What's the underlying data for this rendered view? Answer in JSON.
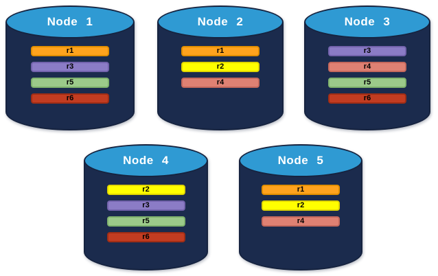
{
  "palette": {
    "cylinder_body": "#1B2B4D",
    "cylinder_top": "#2F9AD3",
    "cylinder_outline": "#16233F",
    "title_text": "#FFFFFF",
    "bar_text": "#000000",
    "bars": {
      "orange": {
        "fill": "#FFA31E",
        "border": "#E18E00"
      },
      "yellow": {
        "fill": "#FFFF00",
        "border": "#E0D500"
      },
      "purple": {
        "fill": "#8B7CC6",
        "border": "#7363AC"
      },
      "salmon": {
        "fill": "#DF8173",
        "border": "#C4685C"
      },
      "green": {
        "fill": "#9CCA8A",
        "border": "#7FB26D"
      },
      "red": {
        "fill": "#C23C21",
        "border": "#A02D15"
      }
    }
  },
  "nodes": [
    {
      "name": "Node 1",
      "replicas": [
        {
          "label": "r1",
          "color": "orange"
        },
        {
          "label": "r3",
          "color": "purple"
        },
        {
          "label": "r5",
          "color": "green"
        },
        {
          "label": "r6",
          "color": "red"
        }
      ]
    },
    {
      "name": "Node 2",
      "replicas": [
        {
          "label": "r1",
          "color": "orange"
        },
        {
          "label": "r2",
          "color": "yellow"
        },
        {
          "label": "r4",
          "color": "salmon"
        }
      ]
    },
    {
      "name": "Node 3",
      "replicas": [
        {
          "label": "r3",
          "color": "purple"
        },
        {
          "label": "r4",
          "color": "salmon"
        },
        {
          "label": "r5",
          "color": "green"
        },
        {
          "label": "r6",
          "color": "red"
        }
      ]
    },
    {
      "name": "Node 4",
      "replicas": [
        {
          "label": "r2",
          "color": "yellow"
        },
        {
          "label": "r3",
          "color": "purple"
        },
        {
          "label": "r5",
          "color": "green"
        },
        {
          "label": "r6",
          "color": "red"
        }
      ]
    },
    {
      "name": "Node 5",
      "replicas": [
        {
          "label": "r1",
          "color": "orange"
        },
        {
          "label": "r2",
          "color": "yellow"
        },
        {
          "label": "r4",
          "color": "salmon"
        }
      ]
    }
  ]
}
